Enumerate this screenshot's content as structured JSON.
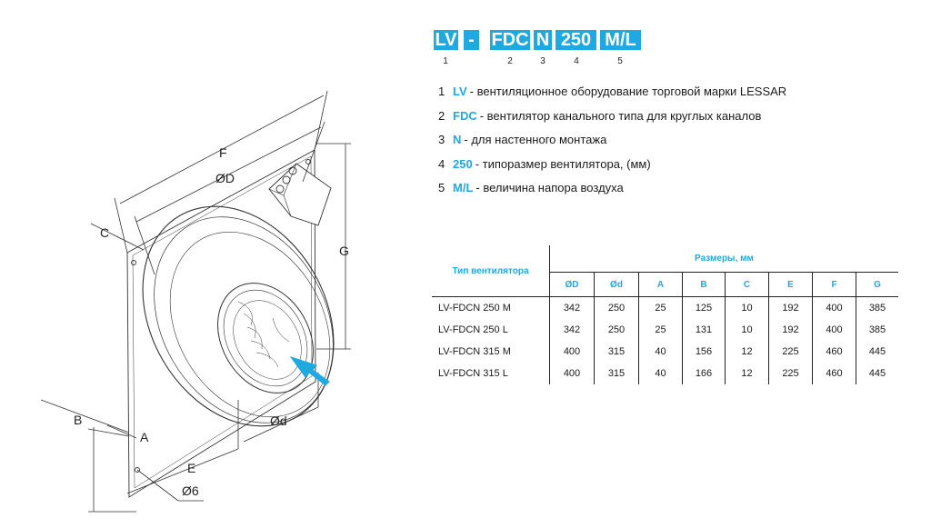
{
  "colors": {
    "accent": "#1ea9e1",
    "text": "#1a1a1a",
    "line": "#222222"
  },
  "drawing": {
    "labels": {
      "F": "F",
      "OD": "ØD",
      "C": "C",
      "G": "G",
      "B": "B",
      "A": "A",
      "E": "E",
      "Od": "Ød",
      "O6": "Ø6"
    }
  },
  "model_code": {
    "segments": [
      {
        "text": "LV",
        "num": "1"
      },
      {
        "text": "-",
        "num": ""
      },
      {
        "text": "FDC",
        "num": "2"
      },
      {
        "text": "N",
        "num": "3"
      },
      {
        "text": "250",
        "num": "4"
      },
      {
        "text": "M/L",
        "num": "5"
      }
    ]
  },
  "legend": [
    {
      "num": "1",
      "key": "LV",
      "text": "- вентиляционное оборудование торговой марки LESSAR"
    },
    {
      "num": "2",
      "key": "FDC",
      "text": "- вентилятор канального типа для круглых каналов"
    },
    {
      "num": "3",
      "key": "N",
      "text": "- для настенного монтажа"
    },
    {
      "num": "4",
      "key": "250",
      "text": "- типоразмер вентилятора, (мм)"
    },
    {
      "num": "5",
      "key": "M/L",
      "text": "- величина напора воздуха"
    }
  ],
  "table": {
    "model_header": "Тип вентилятора",
    "group_header": "Размеры, мм",
    "columns": [
      "ØD",
      "Ød",
      "A",
      "B",
      "C",
      "E",
      "F",
      "G"
    ],
    "rows": [
      {
        "model": "LV-FDCN 250 M",
        "values": [
          "342",
          "250",
          "25",
          "125",
          "10",
          "192",
          "400",
          "385"
        ]
      },
      {
        "model": "LV-FDCN 250 L",
        "values": [
          "342",
          "250",
          "25",
          "131",
          "10",
          "192",
          "400",
          "385"
        ]
      },
      {
        "model": "LV-FDCN 315 M",
        "values": [
          "400",
          "315",
          "40",
          "156",
          "12",
          "225",
          "460",
          "445"
        ]
      },
      {
        "model": "LV-FDCN 315 L",
        "values": [
          "400",
          "315",
          "40",
          "166",
          "12",
          "225",
          "460",
          "445"
        ]
      }
    ]
  }
}
